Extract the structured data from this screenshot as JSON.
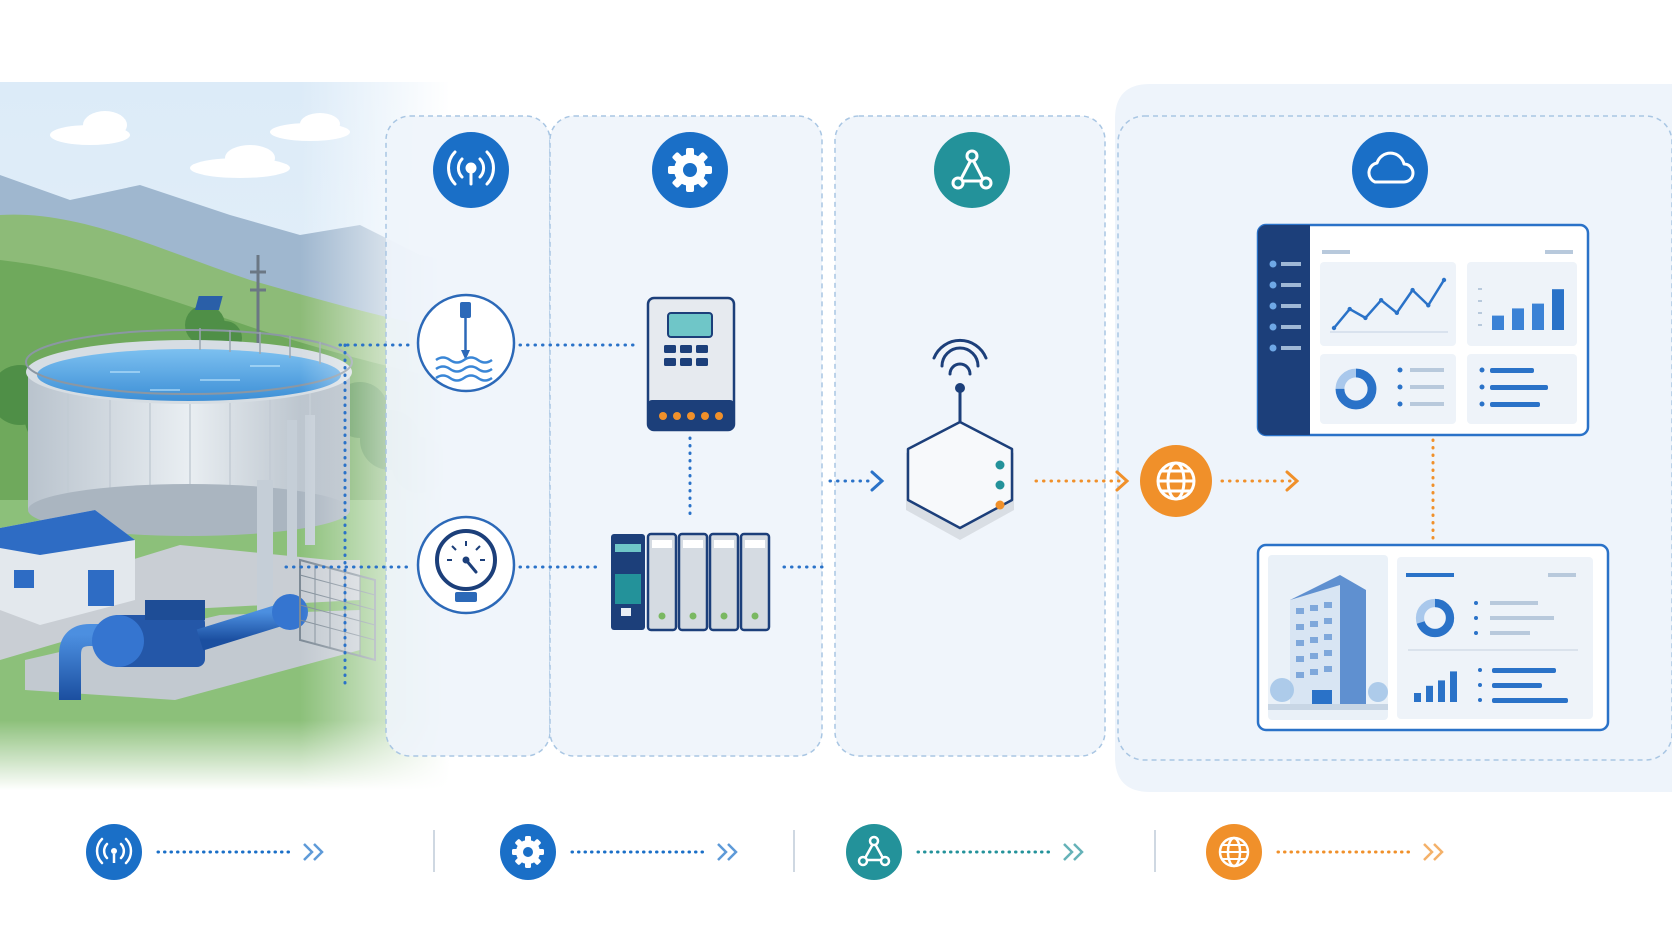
{
  "colors": {
    "primary_blue": "#1a6fc7",
    "navy": "#1c3f7a",
    "teal": "#23929a",
    "orange": "#f0902a",
    "panel_fill": "#eef4fb",
    "panel_border": "#a9c6e3",
    "connector_blue": "#2a72c8",
    "connector_orange": "#f0902a",
    "water": "#5aa7e6",
    "grass": "#7ab862"
  },
  "stages": [
    {
      "id": "sensing",
      "icon": "wireless-signal-icon",
      "color": "#1a6fc7"
    },
    {
      "id": "control",
      "icon": "gear-icon",
      "color": "#1a6fc7"
    },
    {
      "id": "network",
      "icon": "network-nodes-icon",
      "color": "#23929a"
    },
    {
      "id": "cloud",
      "icon": "cloud-icon",
      "color": "#1a6fc7"
    }
  ],
  "devices": {
    "level_sensor": {
      "icon": "water-level-sensor-icon"
    },
    "pressure_gauge": {
      "icon": "pressure-gauge-icon"
    },
    "controller": {
      "icon": "controller-keypad-icon",
      "status_leds": 5
    },
    "plc_rack": {
      "icon": "plc-rack-icon",
      "modules": 5
    },
    "gateway": {
      "icon": "iot-gateway-icon"
    },
    "internet": {
      "icon": "globe-icon"
    }
  },
  "dashboards": {
    "monitoring": {
      "sidebar_items": 5,
      "line_chart": [
        40,
        55,
        48,
        62,
        52,
        70,
        58,
        78
      ],
      "bar_chart": [
        30,
        45,
        55,
        85
      ],
      "donut_fraction": 0.75
    },
    "office": {
      "donut_fraction": 0.7,
      "bar_chart": [
        25,
        45,
        60,
        85
      ]
    }
  },
  "legend": [
    {
      "icon": "wireless-signal-icon",
      "color": "#1a6fc7",
      "line": "#1a6fc7"
    },
    {
      "icon": "gear-icon",
      "color": "#1a6fc7",
      "line": "#1a6fc7"
    },
    {
      "icon": "network-nodes-icon",
      "color": "#23929a",
      "line": "#23929a"
    },
    {
      "icon": "globe-icon",
      "color": "#f0902a",
      "line": "#f0902a"
    }
  ]
}
